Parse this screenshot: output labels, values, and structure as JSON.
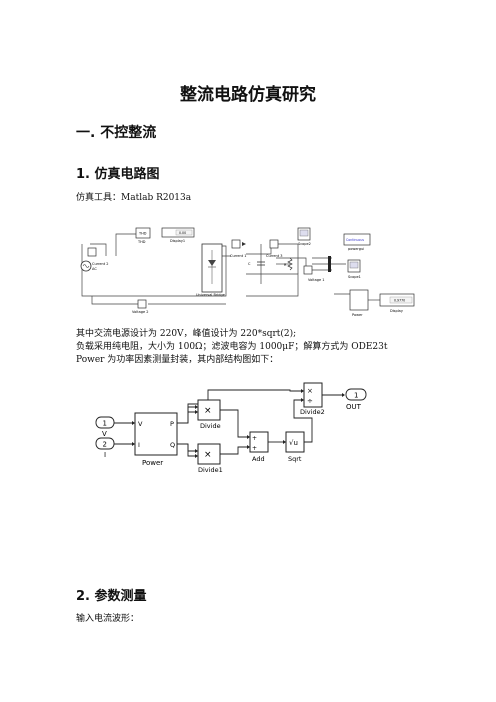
{
  "doc": {
    "title": "整流电路仿真研究",
    "section1": "一.   不控整流",
    "sub1": "1. 仿真电路图",
    "tool_line": "仿真工具：Matlab R2013a",
    "para1": "其中交流电源设计为 220V，峰值设计为 220*sqrt(2);",
    "para2": "负载采用纯电阻，大小为 100Ω；滤波电容为 1000μF；解算方式为 ODE23t",
    "para3": "Power 为功率因素测量封装，其内部结构图如下：",
    "sub2": "2. 参数测量",
    "para4": "输入电流波形："
  },
  "circuit": {
    "thd_label": "THD",
    "display1_label": "Display1",
    "display1_value": "0.00",
    "current2_label": "Current 2",
    "ac_label": "AC",
    "current1_label": "Current 1",
    "current3_label": "Current 3",
    "scope2_label": "Scope2",
    "scope1_label": "Scope1",
    "voltage1_label": "Voltage 1",
    "voltage2_label": "Voltage 2",
    "bridge_label": "Universal Bridge",
    "r_label": "R",
    "c_label": "C",
    "powergui_box": "Continuous",
    "powergui_label": "powergui",
    "power_label": "Power",
    "display_label": "Display",
    "display_value": "0.9770"
  },
  "power_diagram": {
    "in1_num": "1",
    "in1_label": "V",
    "in2_num": "2",
    "in2_label": "I",
    "power_label": "Power",
    "port_v": "V",
    "port_i": "I",
    "port_p": "P",
    "port_q": "Q",
    "divide_label": "Divide",
    "divide1_label": "Divide1",
    "add_label": "Add",
    "sqrt_label": "Sqrt",
    "sqrt_symbol": "√u",
    "divide2_label": "Divide2",
    "out_num": "1",
    "out_label": "OUT"
  }
}
